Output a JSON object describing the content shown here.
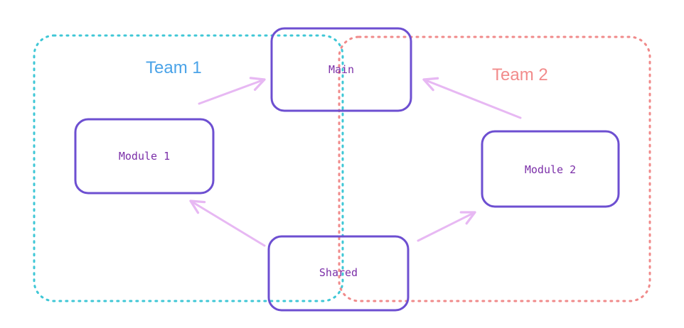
{
  "colors": {
    "team1": "#3fc7d6",
    "team2": "#f08a8a",
    "team1_label": "#4aa3e8",
    "team2_label": "#f28b8b",
    "node_stroke": "#6d4fd1",
    "node_text": "#7b2fa8",
    "arrow": "#e7b8f3"
  },
  "teams": [
    {
      "id": "team1",
      "label": "Team 1"
    },
    {
      "id": "team2",
      "label": "Team 2"
    }
  ],
  "nodes": [
    {
      "id": "main",
      "label": "Main"
    },
    {
      "id": "module1",
      "label": "Module 1"
    },
    {
      "id": "module2",
      "label": "Module 2"
    },
    {
      "id": "shared",
      "label": "Shared"
    }
  ],
  "edges": [
    {
      "from": "module1",
      "to": "main"
    },
    {
      "from": "module2",
      "to": "main"
    },
    {
      "from": "shared",
      "to": "module1"
    },
    {
      "from": "shared",
      "to": "module2"
    }
  ]
}
